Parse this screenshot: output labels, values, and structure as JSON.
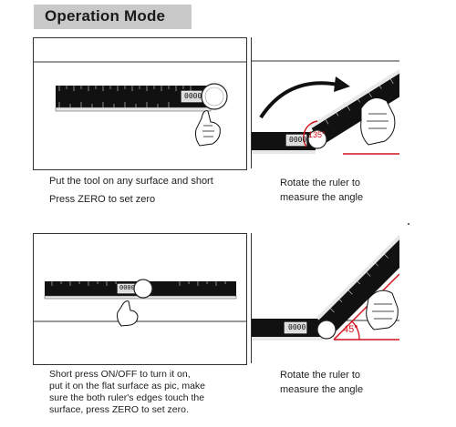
{
  "header": {
    "title": "Operation Mode"
  },
  "step1": {
    "left_caption_line1": "Put the tool on any surface and short",
    "left_caption_line2": "Press ZERO to set zero",
    "right_caption_line1": "Rotate the ruler to",
    "right_caption_line2": "measure the angle",
    "display_value": "0000",
    "angle_value": "135°"
  },
  "step2": {
    "left_caption_line1": "Short press ON/OFF to turn it on,",
    "left_caption_line2": "put it on the flat surface as pic, make",
    "left_caption_line3": "sure the both ruler's edges touch the",
    "left_caption_line4": "surface, press ZERO to set zero.",
    "right_caption_line1": "Rotate the ruler to",
    "right_caption_line2": "measure the angle",
    "display_value": "0000",
    "angle_value": "45°"
  },
  "colors": {
    "header_bg": "#c9c9c9",
    "accent_red": "#d0111b",
    "ruler_black": "#111111"
  },
  "icons": [
    "hand-icon",
    "rotation-arrow-icon",
    "zero-button-icon"
  ]
}
